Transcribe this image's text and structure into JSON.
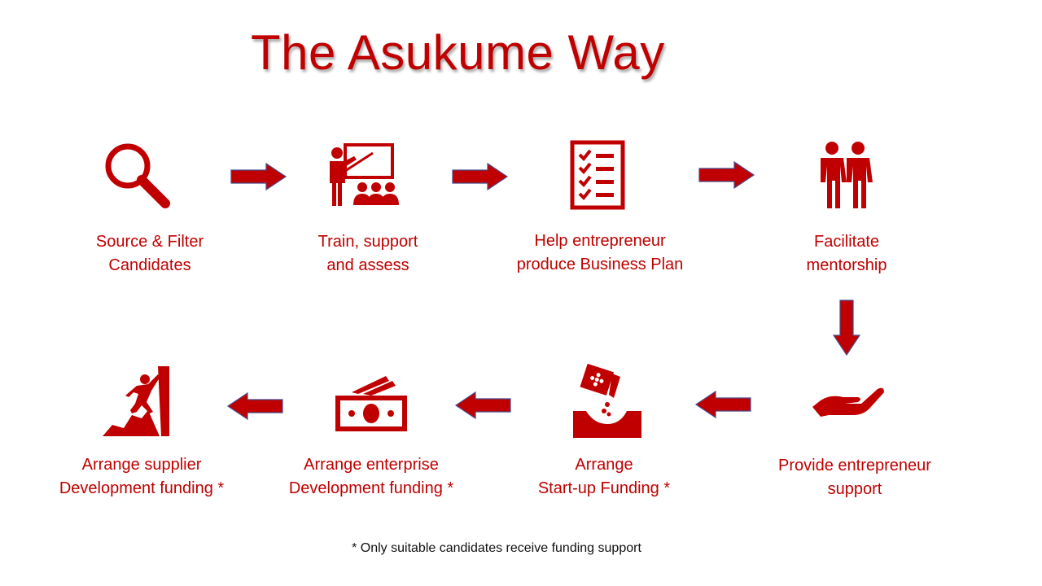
{
  "title": "The Asukume Way",
  "colors": {
    "accent": "#c00000",
    "arrow_outline": "#4a4a8a",
    "text": "#111111"
  },
  "steps": [
    {
      "icon": "magnifying-glass-icon",
      "line1": "Source & Filter",
      "line2": "Candidates"
    },
    {
      "icon": "presentation-training-icon",
      "line1": "Train, support",
      "line2": "and assess"
    },
    {
      "icon": "checklist-icon",
      "line1": "Help entrepreneur",
      "line2": "produce Business Plan"
    },
    {
      "icon": "two-people-mentorship-icon",
      "line1": "Facilitate",
      "line2": "mentorship"
    },
    {
      "icon": "helping-hand-icon",
      "line1": "Provide entrepreneur",
      "line2": "support"
    },
    {
      "icon": "planting-seeds-icon",
      "line1": "Arrange",
      "line2": "Start-up Funding *"
    },
    {
      "icon": "money-cash-icon",
      "line1": "Arrange enterprise",
      "line2": "Development funding *"
    },
    {
      "icon": "climber-icon",
      "line1": "Arrange supplier",
      "line2": "Development funding *"
    }
  ],
  "footnote": "* Only suitable candidates receive funding support"
}
